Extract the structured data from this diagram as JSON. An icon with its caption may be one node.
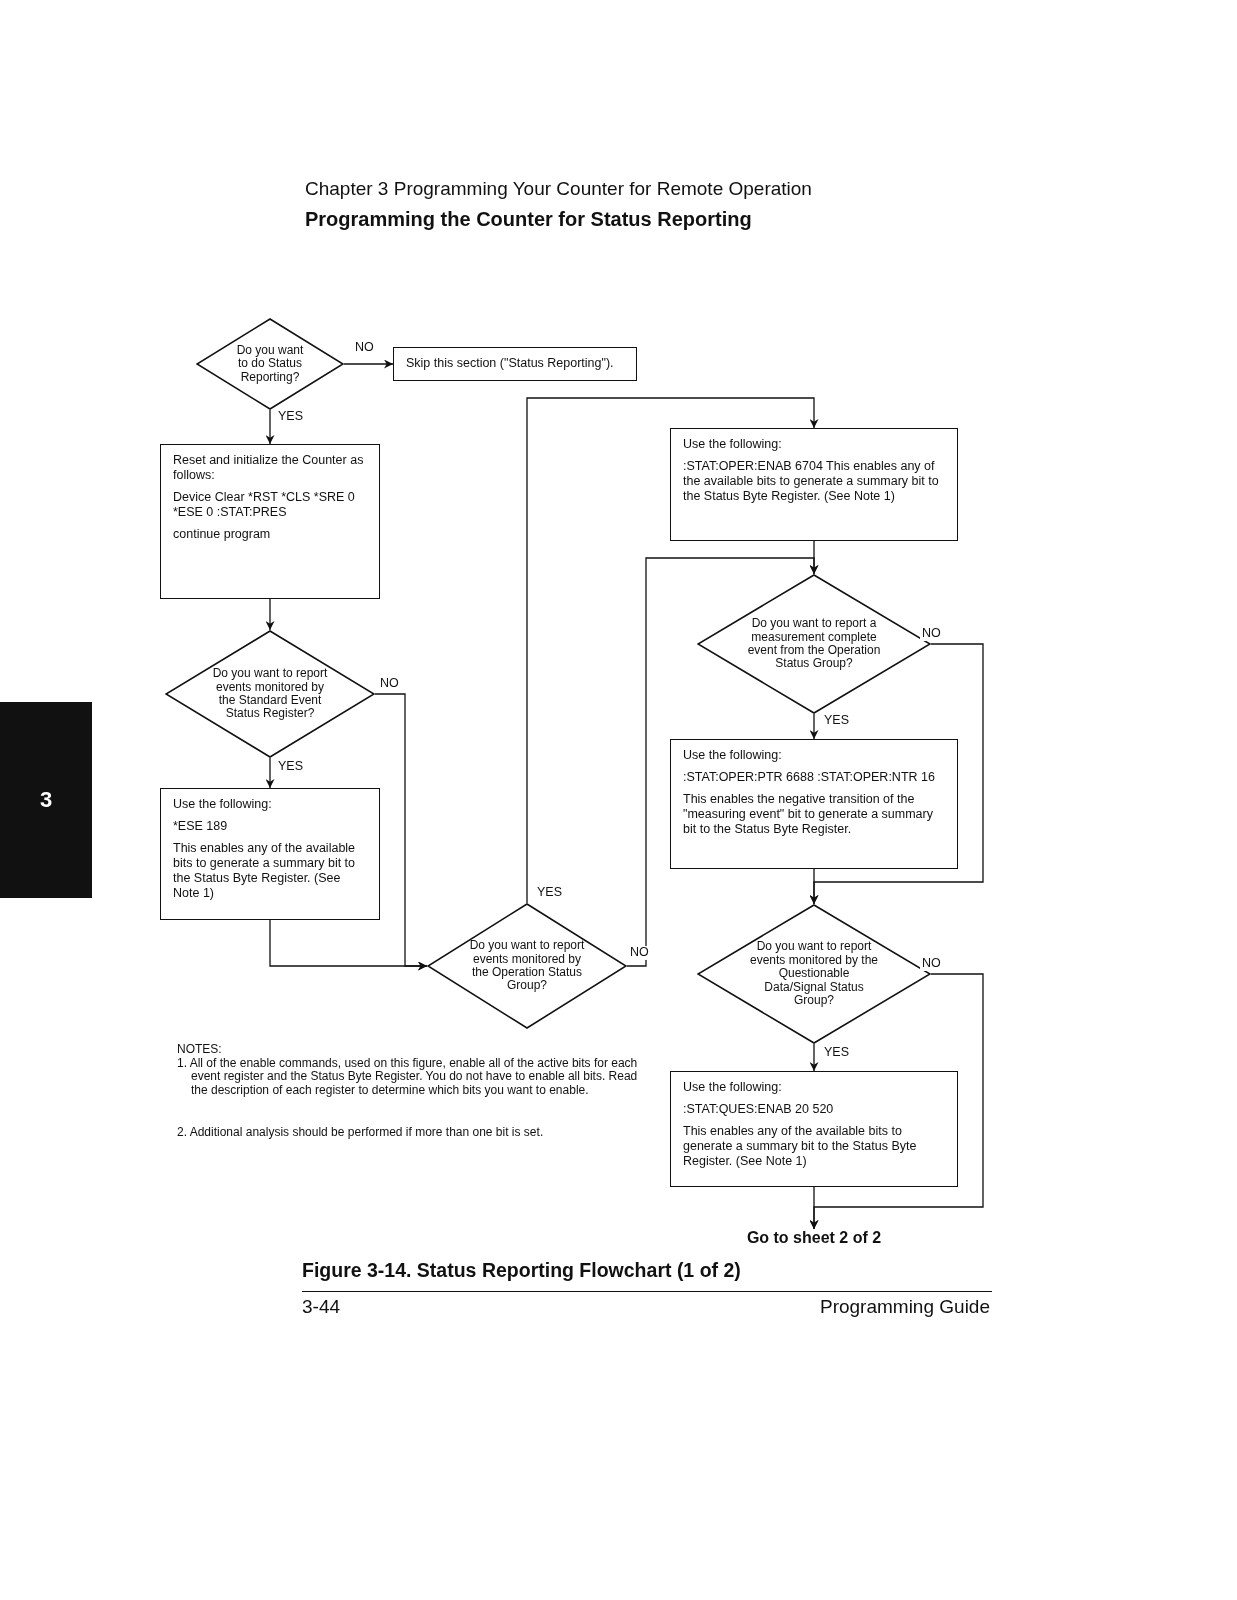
{
  "diagram": {
    "title": "Programming the Counter for Status Reporting",
    "caption": "Figure 3-14. Status Reporting Flowchart (1 of 2)",
    "nodes": [
      {
        "text": [
          "Do you want to do Status Reporting?"
        ]
      },
      {
        "text": [
          "Skip this section (\"Status Reporting\")."
        ]
      },
      {
        "text": [
          "Reset and initialize the Counter as follows:",
          "Device Clear *RST *CLS *SRE 0 *ESE 0 :STAT:PRES",
          "continue program"
        ]
      },
      {
        "text": [
          "Do you want to report events monitored by the Standard Event Status Register?"
        ]
      },
      {
        "text": [
          "Use the following:",
          "*ESE 189",
          "This enables any of the available bits to generate a summary bit to the Status Byte Register. (See Note 1)"
        ]
      },
      {
        "text": [
          "Do you want to report events monitored by the Operation Status Group?"
        ]
      },
      {
        "text": [
          "Use the following:",
          ":STAT:OPER:ENAB 6704 This enables any of the available bits to generate a summary bit to the Status Byte Register. (See Note 1)"
        ]
      },
      {
        "text": [
          "Do you want to report a measurement complete event from the Operation Status Group?"
        ]
      },
      {
        "text": [
          "Use the following:",
          ":STAT:OPER:PTR 6688 :STAT:OPER:NTR 16",
          "This enables the negative transition of the \"measuring event\" bit to generate a summary bit to the Status Byte Register."
        ]
      },
      {
        "text": [
          "Do you want to report events monitored by the Questionable Data/Signal Status Group?"
        ]
      },
      {
        "text": [
          "Use the following:",
          ":STAT:QUES:ENAB 20 520",
          "This enables any of the available bits to generate a summary bit to the Status Byte Register. (See Note 1)"
        ]
      },
      {
        "text": [
          "Go to sheet 2 of 2"
        ]
      }
    ],
    "edges": [
      {
        "from": 0,
        "to": 1,
        "arrow": "to",
        "label": "NO"
      },
      {
        "from": 0,
        "to": 2,
        "arrow": "to",
        "label": "YES"
      },
      {
        "from": 2,
        "to": 3,
        "arrow": "to"
      },
      {
        "from": 3,
        "to": 4,
        "arrow": "to",
        "label": "YES"
      },
      {
        "from": 3,
        "to": 5,
        "arrow": "to",
        "label": "NO"
      },
      {
        "from": 4,
        "to": 5,
        "arrow": "to"
      },
      {
        "from": 5,
        "to": 6,
        "arrow": "to",
        "label": "YES"
      },
      {
        "from": 5,
        "to": 7,
        "arrow": "to",
        "label": "NO"
      },
      {
        "from": 6,
        "to": 7,
        "arrow": "to"
      },
      {
        "from": 7,
        "to": 8,
        "arrow": "to",
        "label": "YES"
      },
      {
        "from": 7,
        "to": 9,
        "arrow": "to",
        "label": "NO"
      },
      {
        "from": 8,
        "to": 9,
        "arrow": "to"
      },
      {
        "from": 9,
        "to": 10,
        "arrow": "to",
        "label": "YES"
      },
      {
        "from": 9,
        "to": 11,
        "arrow": "to",
        "label": "NO"
      },
      {
        "from": 10,
        "to": 11,
        "arrow": "to"
      }
    ],
    "labels": [
      "Chapter 3 Programming Your Counter for Remote Operation",
      "3",
      "NOTES:",
      "1. All of the enable commands, used on this figure, enable all of the active bits for each event register and the Status Byte Register. You do not have to enable all bits. Read the description of each register to determine which bits you want to enable.",
      "2. Additional analysis should be performed if more than one bit is set.",
      "3-44",
      "Programming Guide"
    ]
  }
}
